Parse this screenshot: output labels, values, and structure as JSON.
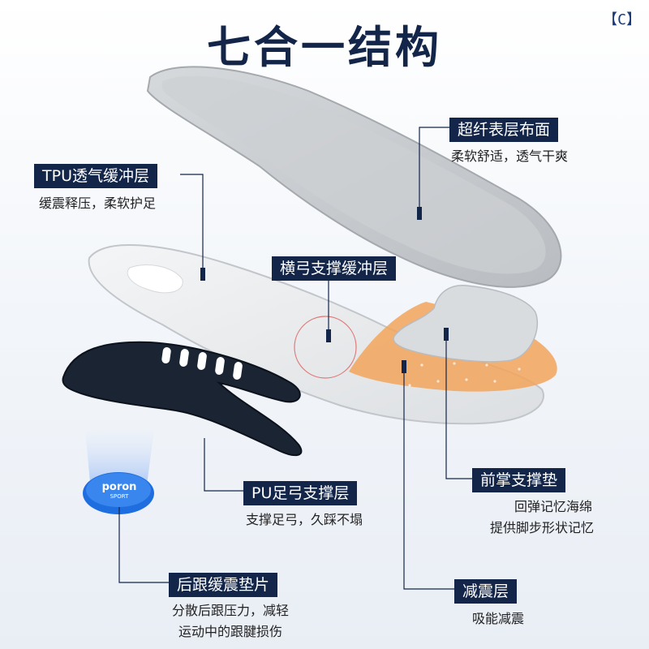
{
  "title": "七合一结构",
  "corner_mark": "【C】",
  "layers": [
    {
      "label": "超纤表层布面",
      "desc": [
        "柔软舒适，透气干爽"
      ]
    },
    {
      "label": "TPU透气缓冲层",
      "desc": [
        "缓震释压，柔软护足"
      ]
    },
    {
      "label": "横弓支撑缓冲层",
      "desc": []
    },
    {
      "label": "前掌支撑垫",
      "desc": [
        "回弹记忆海绵",
        "提供脚步形状记忆"
      ]
    },
    {
      "label": "PU足弓支撑层",
      "desc": [
        "支撑足弓，久踩不塌"
      ]
    },
    {
      "label": "减震层",
      "desc": [
        "吸能减震"
      ]
    },
    {
      "label": "后跟缓震垫片",
      "desc": [
        "分散后跟压力，减轻",
        "运动中的跟腱损伤"
      ]
    }
  ],
  "pad_logo": {
    "brand": "poron",
    "sub": "SPORT"
  },
  "colors": {
    "navy": "#13264a",
    "orange": "#f2a45a",
    "gray": "#c8cbce",
    "pad_blue": "#1f6ee0"
  }
}
